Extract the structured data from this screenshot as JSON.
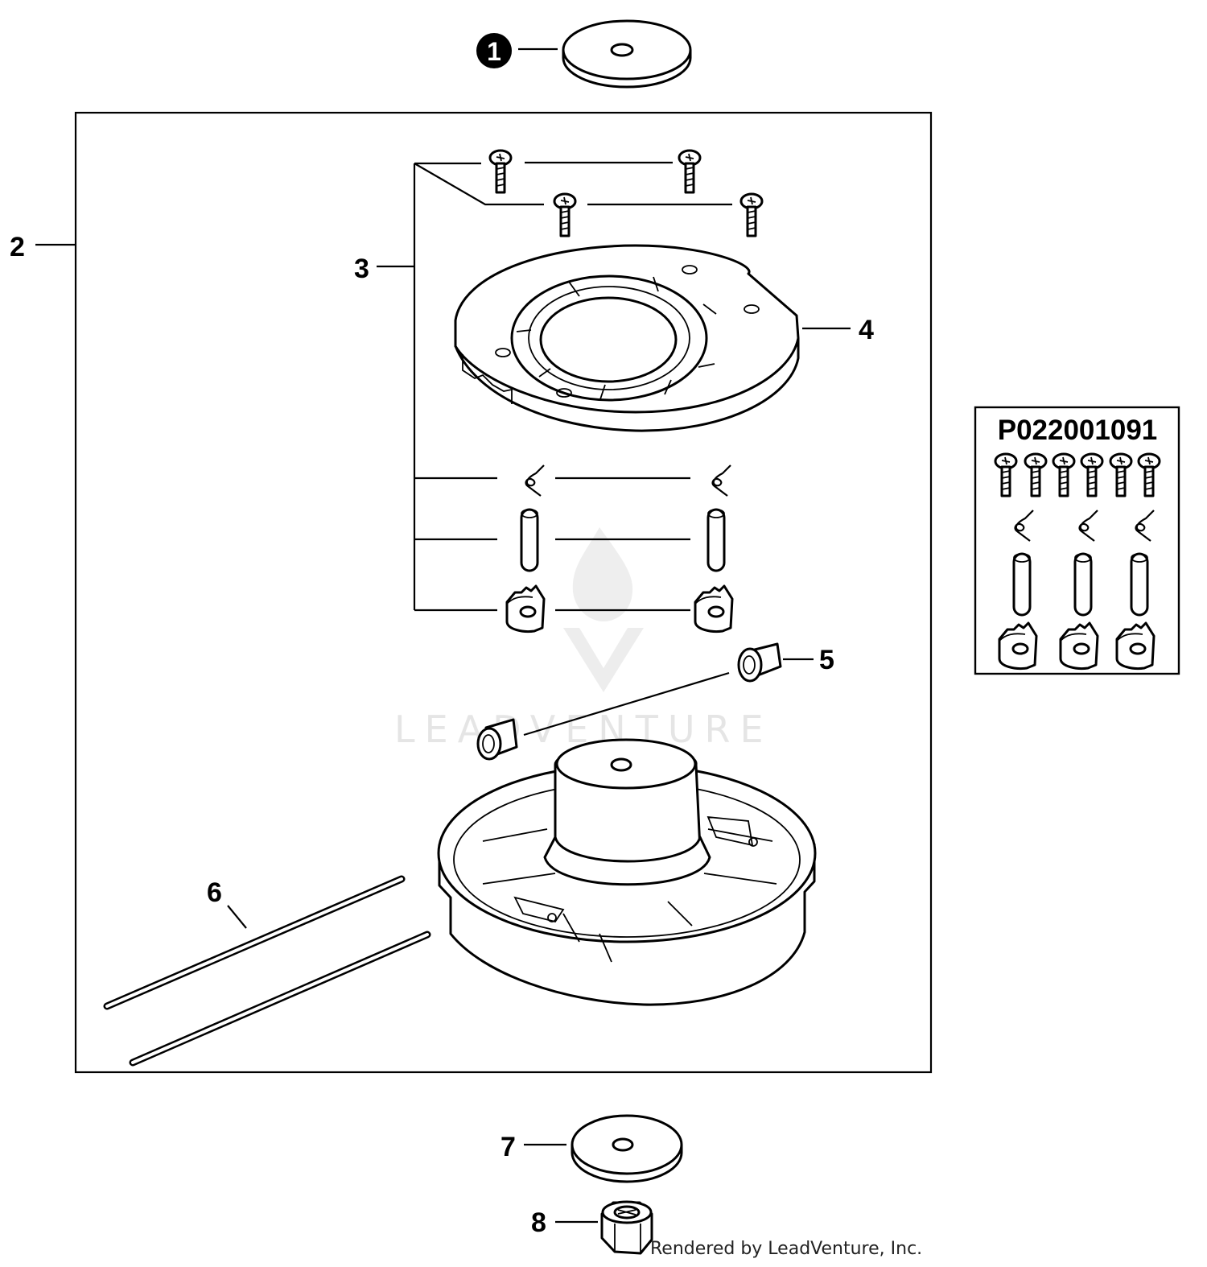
{
  "callouts": {
    "c1": "1",
    "c2": "2",
    "c3": "3",
    "c4": "4",
    "c5": "5",
    "c6": "6",
    "c7": "7",
    "c8": "8"
  },
  "kit": {
    "part_number": "P022001091"
  },
  "watermark": {
    "text": "LEADVENTURE"
  },
  "footer": {
    "credit": "Rendered by LeadVenture, Inc."
  }
}
